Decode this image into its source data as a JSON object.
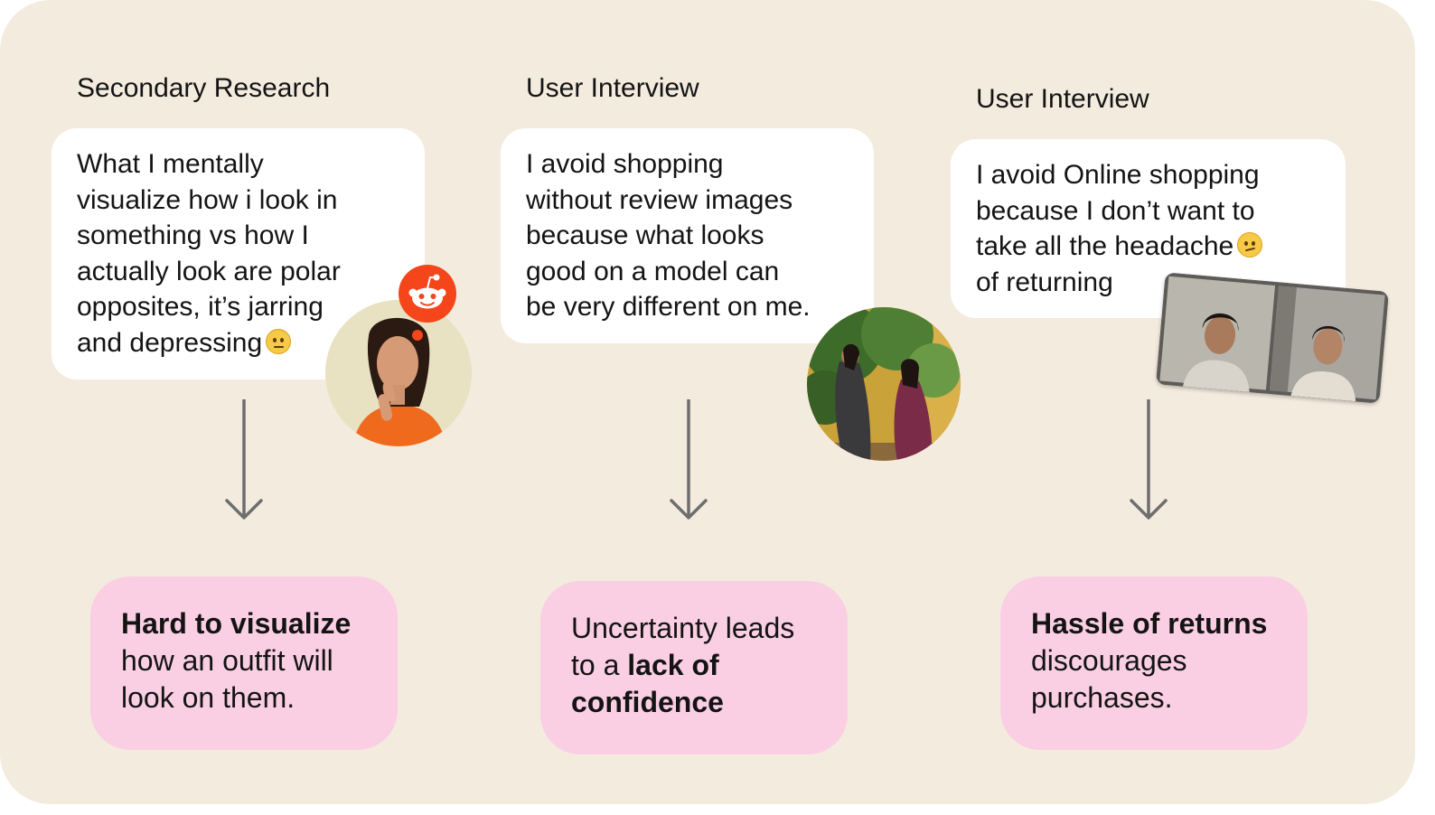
{
  "columns": [
    {
      "source_label": "Secondary Research",
      "quote_lines": [
        "What I mentally",
        "visualize how i look in",
        "something vs how I",
        "actually look are polar",
        "opposites, it’s jarring",
        "and depressing"
      ],
      "quote_emoji": "confused-face-emoji",
      "finding_bold": "Hard to visualize",
      "finding_rest": "how an outfit will look on them."
    },
    {
      "source_label": "User Interview",
      "quote_lines": [
        "I avoid shopping",
        "without review images",
        "because what looks",
        "good on a model can",
        "be very different on me."
      ],
      "finding_pre": "Uncertainty leads to a ",
      "finding_bold": "lack of confidence"
    },
    {
      "source_label": "User Interview",
      "quote_lines": [
        "I avoid Online shopping",
        "because I don’t want to",
        "take all the headache",
        "of returning"
      ],
      "quote_emoji": "smirking-face-emoji",
      "finding_bold": "Hassle of returns",
      "finding_rest": "discourages purchases."
    }
  ],
  "colors": {
    "background": "#f4ebdf",
    "quote_card": "#ffffff",
    "finding_card": "#fbcfe3",
    "arrow": "#6e6e6e",
    "reddit": "#f5451a"
  }
}
